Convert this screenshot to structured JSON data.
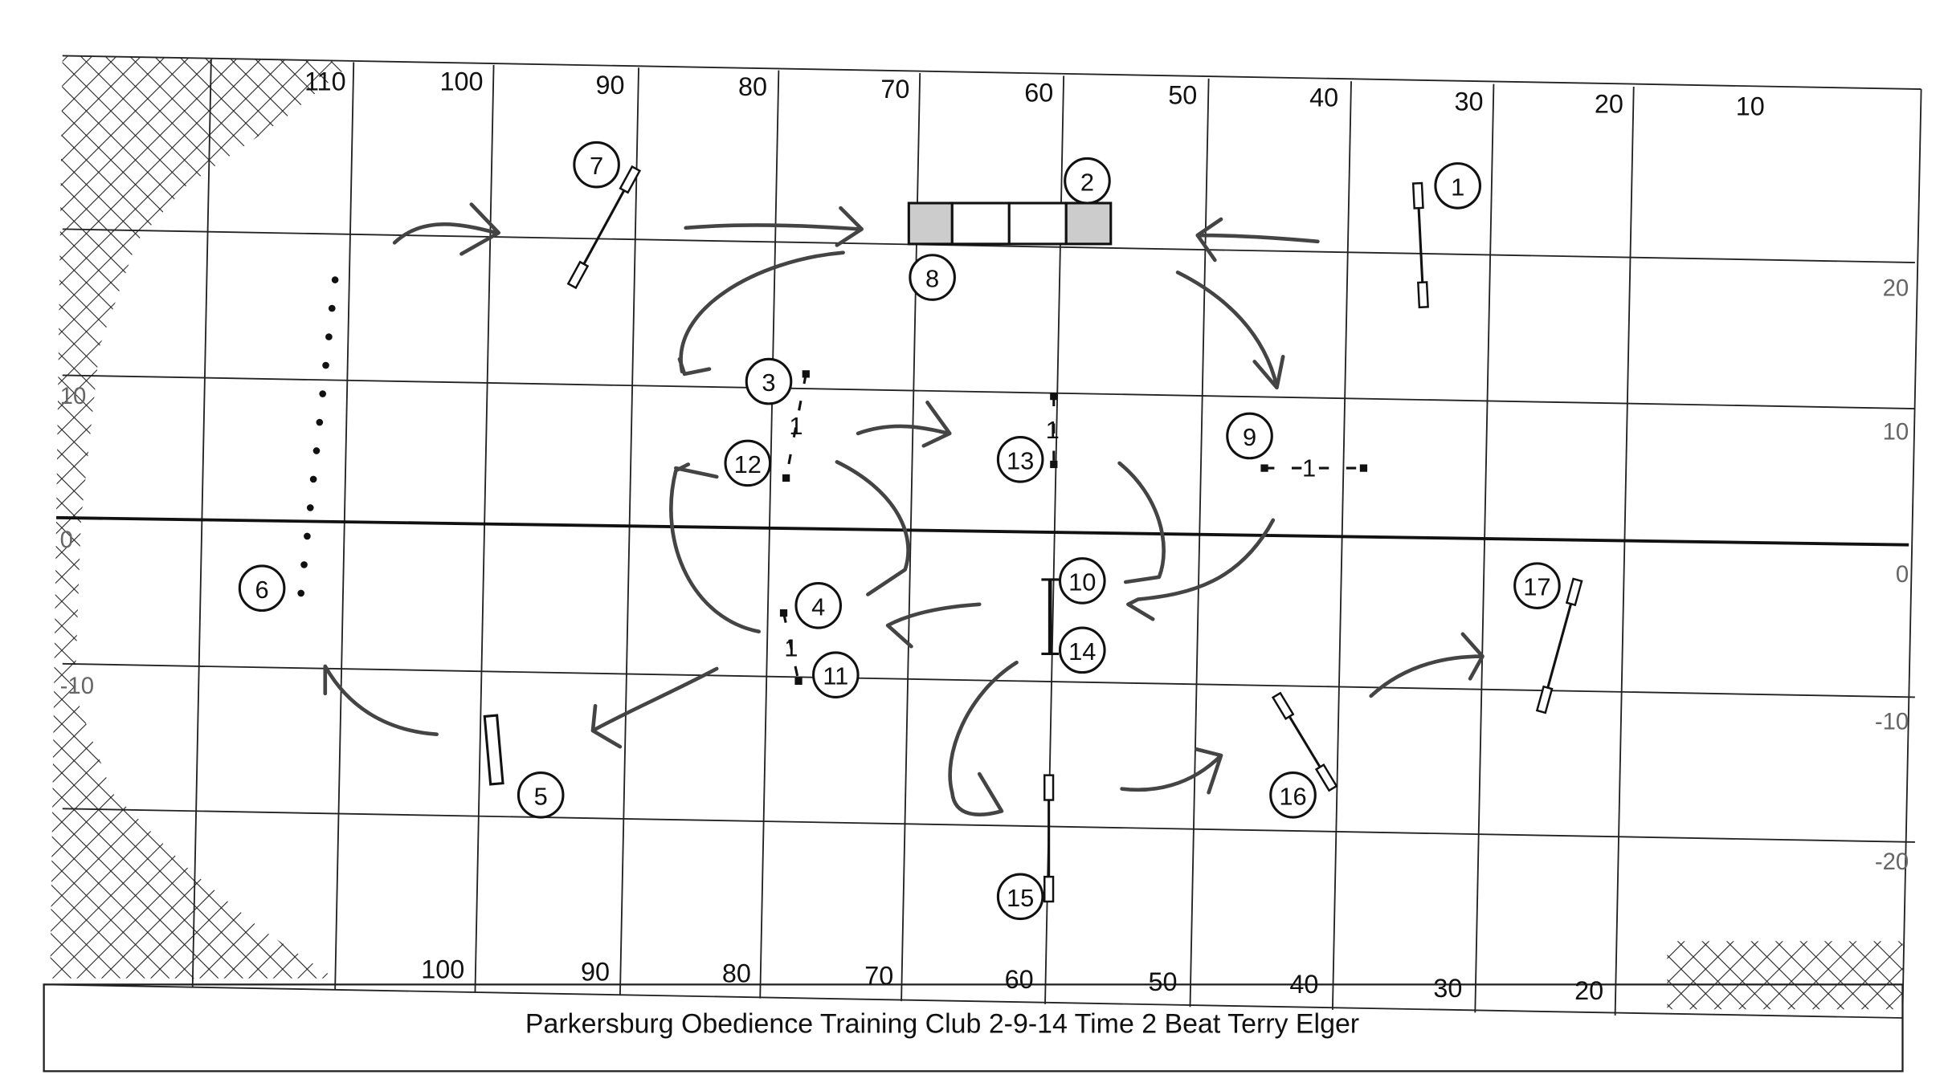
{
  "caption": "Parkersburg Obedience Training Club 2-9-14  Time 2 Beat  Terry Elger",
  "top_axis": [
    "110",
    "100",
    "90",
    "80",
    "70",
    "60",
    "50",
    "40",
    "30",
    "20",
    "10"
  ],
  "bottom_axis": [
    "100",
    "90",
    "80",
    "70",
    "60",
    "50",
    "40",
    "30",
    "20"
  ],
  "left_axis": [
    "10",
    "0",
    "-10"
  ],
  "right_axis": [
    "20",
    "10",
    "0",
    "-10",
    "-20"
  ],
  "obstacle_numbers": [
    "1",
    "2",
    "3",
    "4",
    "5",
    "6",
    "7",
    "8",
    "9",
    "10",
    "11",
    "12",
    "13",
    "14",
    "15",
    "16",
    "17"
  ],
  "jump_heights": [
    "1",
    "1",
    "1",
    "1"
  ],
  "colors": {
    "ink": "#111111",
    "arrow": "#444444",
    "tunnel_fill": "#cccccc"
  }
}
